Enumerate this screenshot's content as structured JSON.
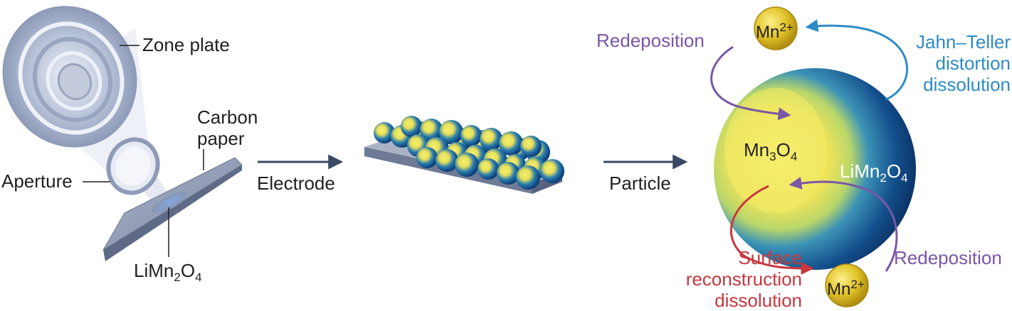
{
  "labels": {
    "zone_plate": "Zone plate",
    "carbon_paper": "Carbon\npaper",
    "aperture": "Aperture",
    "limn2o4_left": {
      "a": "LiMn",
      "b": "2",
      "c": "O",
      "d": "4"
    },
    "electrode": "Electrode",
    "particle": "Particle",
    "redeposition_top": "Redeposition",
    "redeposition_bottom": "Redeposition",
    "jahn_teller": "Jahn–Teller\ndistortion\ndissolution",
    "surface_reconstruction": "Surface\nreconstruction\ndissolution",
    "mn3o4": {
      "a": "Mn",
      "b": "3",
      "c": "O",
      "d": "4"
    },
    "limn2o4_right": {
      "a": "LiMn",
      "b": "2",
      "c": "O",
      "d": "4"
    },
    "mn_ion_top": {
      "a": "Mn",
      "b": "2+"
    },
    "mn_ion_bottom": {
      "a": "Mn",
      "b": "2+"
    }
  },
  "colors": {
    "arrow_dark": "#3a4a63",
    "purple": "#7a57a6",
    "blue": "#2d8bc7",
    "red": "#c8373d",
    "particle_yellow": "#f3ea6a",
    "particle_blue": "#0b3d78",
    "ion_gold": "#d9b820",
    "slab_gray": "#7a86a3"
  }
}
